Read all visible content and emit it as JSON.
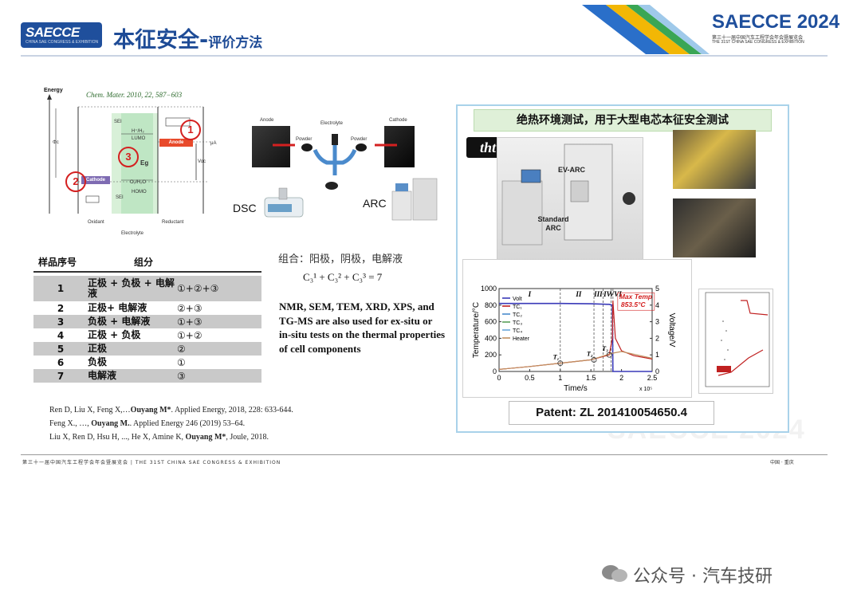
{
  "header": {
    "logo_text": "SAECCE",
    "logo_sub": "CHINA SAE CONGRESS & EXHIBITION",
    "title_main": "本征安全",
    "title_dash": "-",
    "title_sub": "评价方法",
    "brand_title": "SAECCE 2024",
    "brand_cn": "第三十一届中国汽车工程学会年会暨展览会",
    "brand_en": "THE 31ST CHINA SAE CONGRESS & EXHIBITION"
  },
  "diagram": {
    "energy_label": "Energy",
    "reference": "Chem. Mater. 2010, 22, 587−603",
    "labels": {
      "phi_c": "Φc",
      "sei": "SEI",
      "h2h2": "H⁺/H₂",
      "lumo": "LUMO",
      "eg": "Eg",
      "homo": "HOMO",
      "o2": "O₂/H₂O",
      "mu_a": "μA",
      "voc": "Voc",
      "oxidant": "Oxidant",
      "electrolyte": "Electrolyte",
      "reductant": "Reductant",
      "cathode": "Cathode",
      "anode": "Anode"
    },
    "circles": [
      "1",
      "2",
      "3"
    ]
  },
  "instruments": {
    "anode": "Anode",
    "cathode": "Cathode",
    "electrolyte": "Electrolyte",
    "powder_left": "Powder",
    "powder_right": "Powder",
    "dsc": "DSC",
    "arc": "ARC"
  },
  "table": {
    "headers": [
      "样品序号",
      "组分"
    ],
    "rows": [
      {
        "num": "1",
        "comp": "正极 + 负极 + 电解液",
        "formula": "①+②+③",
        "shaded": true
      },
      {
        "num": "2",
        "comp": "正极+ 电解液",
        "formula": "②+③",
        "shaded": false
      },
      {
        "num": "3",
        "comp": "负极 + 电解液",
        "formula": "①+③",
        "shaded": true
      },
      {
        "num": "4",
        "comp": "正极 + 负极",
        "formula": "①+②",
        "shaded": false
      },
      {
        "num": "5",
        "comp": "正极",
        "formula": "②",
        "shaded": true
      },
      {
        "num": "6",
        "comp": "负极",
        "formula": "①",
        "shaded": false
      },
      {
        "num": "7",
        "comp": "电解液",
        "formula": "③",
        "shaded": true
      }
    ]
  },
  "middle": {
    "combo_text": "组合：阳极，阴极，电解液",
    "combo_formula": "C₃¹ + C₃² + C₃³ = 7",
    "nmr_text": "NMR, SEM, TEM, XRD, XPS, and TG-MS are also used for ex-situ or in-situ tests on the thermal properties of cell components"
  },
  "references": [
    {
      "pre": "Ren D, Liu X, Feng X,…",
      "bold": "Ouyang M*",
      "post": ". Applied Energy, 2018, 228: 633-644."
    },
    {
      "pre": "Feng X., …, ",
      "bold": "Ouyang M.",
      "post": ". Applied Energy 246 (2019) 53–64."
    },
    {
      "pre": "Liu X, Ren D, Hsu H, ..., He X, Amine K, ",
      "bold": "Ouyang M*",
      "post": ", Joule, 2018."
    }
  ],
  "panel": {
    "title": "绝热环境测试，用于大型电芯本征安全测试",
    "tht_logo": "tht",
    "ev_arc": "EV-ARC",
    "standard_arc": "Standard ARC",
    "patent": "Patent: ZL 201410054650.4",
    "watermark": "SAECCE 2024"
  },
  "chart_data": {
    "type": "line",
    "xlabel": "Time/s",
    "x_multiplier": "x 10⁵",
    "ylabel_left": "Temperature/°C",
    "ylabel_right": "Voltage/V",
    "xlim": [
      0,
      2.5
    ],
    "ylim_left": [
      0,
      1000
    ],
    "ylim_right": [
      0,
      5
    ],
    "x_ticks": [
      "0",
      "0.5",
      "1",
      "1.5",
      "2",
      "2.5"
    ],
    "y_ticks_left": [
      "0",
      "200",
      "400",
      "600",
      "800",
      "1000"
    ],
    "y_ticks_right": [
      "0",
      "1",
      "2",
      "3",
      "4",
      "5"
    ],
    "stages": [
      "I",
      "II",
      "III",
      "IV",
      "V",
      "VI"
    ],
    "stage_boundaries": [
      1.0,
      1.55,
      1.7,
      1.83,
      1.86
    ],
    "annotations": {
      "max_temp_label": "Max Temp",
      "max_temp_value": "853.5°C",
      "t1": "T₁",
      "t2": "T₂",
      "t3": "T₃"
    },
    "legend": [
      "Volt",
      "TC₁",
      "TC₂",
      "TC₃",
      "TC₄",
      "Heater"
    ],
    "legend_position": "top-left",
    "colors": {
      "volt": "#3a3ab8",
      "tc1": "#c02020",
      "tc2": "#4a8acc",
      "tc3": "#5aa05a",
      "tc4": "#6aa6d8",
      "heater": "#c09060",
      "annotation": "#d42020"
    },
    "series": [
      {
        "name": "Volt",
        "axis": "right",
        "x": [
          0,
          0.5,
          1.0,
          1.5,
          1.8,
          1.85,
          1.86,
          1.9,
          2.5
        ],
        "y": [
          4.1,
          4.1,
          4.1,
          4.08,
          4.05,
          4.0,
          0,
          0,
          0
        ]
      },
      {
        "name": "TC₁",
        "axis": "left",
        "x": [
          0,
          0.5,
          1.0,
          1.5,
          1.8,
          1.85,
          1.86,
          1.9,
          2.0,
          2.2,
          2.5
        ],
        "y": [
          25,
          60,
          100,
          140,
          200,
          400,
          853.5,
          400,
          250,
          190,
          150
        ]
      },
      {
        "name": "Heater",
        "axis": "left",
        "x": [
          0,
          0.5,
          1.0,
          1.5,
          1.85,
          2.0,
          2.5
        ],
        "y": [
          25,
          60,
          100,
          140,
          220,
          240,
          160
        ]
      }
    ]
  },
  "footer": {
    "text": "第三十一届中国汽车工程学会年会暨展览会 | THE 31ST CHINA SAE CONGRESS & EXHIBITION",
    "right": "中国 · 重庆"
  },
  "wechat": {
    "text": "公众号 · 汽车技研"
  }
}
